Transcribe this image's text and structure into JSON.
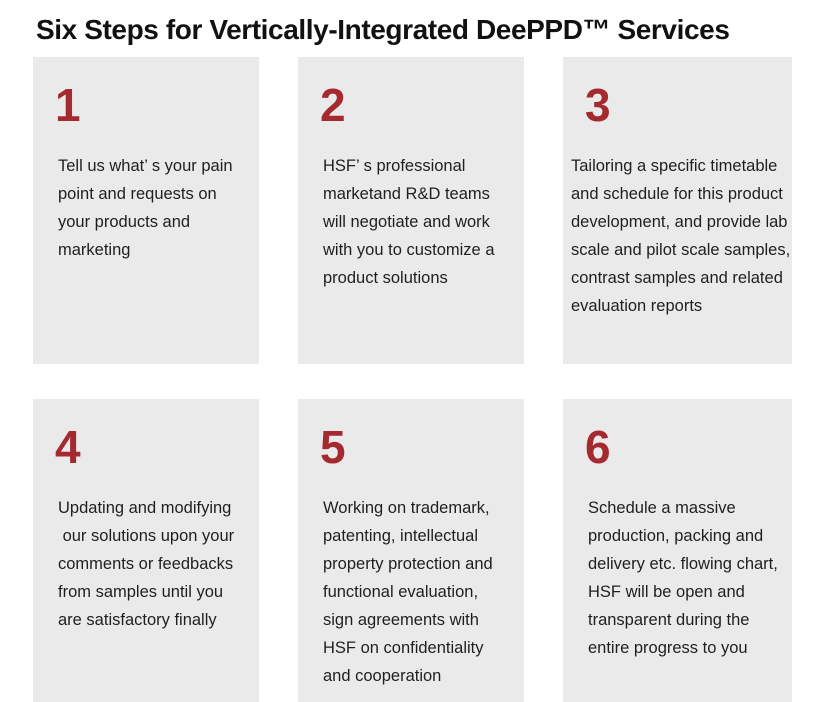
{
  "title": "Six Steps for Vertically-Integrated DeePPD™ Services",
  "colors": {
    "card_background": "#eaeaea",
    "step_number_red": "#a52a2f",
    "body_text": "#1f1f1f",
    "title_text": "#111111"
  },
  "cards": [
    {
      "number": "1",
      "text": "Tell us what’ s your pain\npoint and requests on\nyour products and\nmarketing"
    },
    {
      "number": "2",
      "text": "HSF’ s professional\nmarketand R&D teams\nwill negotiate and work\nwith you to customize a\nproduct solutions"
    },
    {
      "number": "3",
      "text": "Tailoring a specific timetable\nand schedule for this product\ndevelopment, and provide lab\nscale and pilot scale samples,\ncontrast samples and related\nevaluation reports"
    },
    {
      "number": "4",
      "text": "Updating and modifying\n our solutions upon your\ncomments or feedbacks\nfrom samples until you\nare satisfactory finally"
    },
    {
      "number": "5",
      "text": "Working on trademark,\npatenting, intellectual\nproperty protection and\nfunctional evaluation,\nsign agreements with\nHSF on confidentiality\nand cooperation"
    },
    {
      "number": "6",
      "text": "Schedule a massive\nproduction, packing and\ndelivery etc. flowing chart,\nHSF will be open and\ntransparent during the\nentire progress to you"
    }
  ]
}
